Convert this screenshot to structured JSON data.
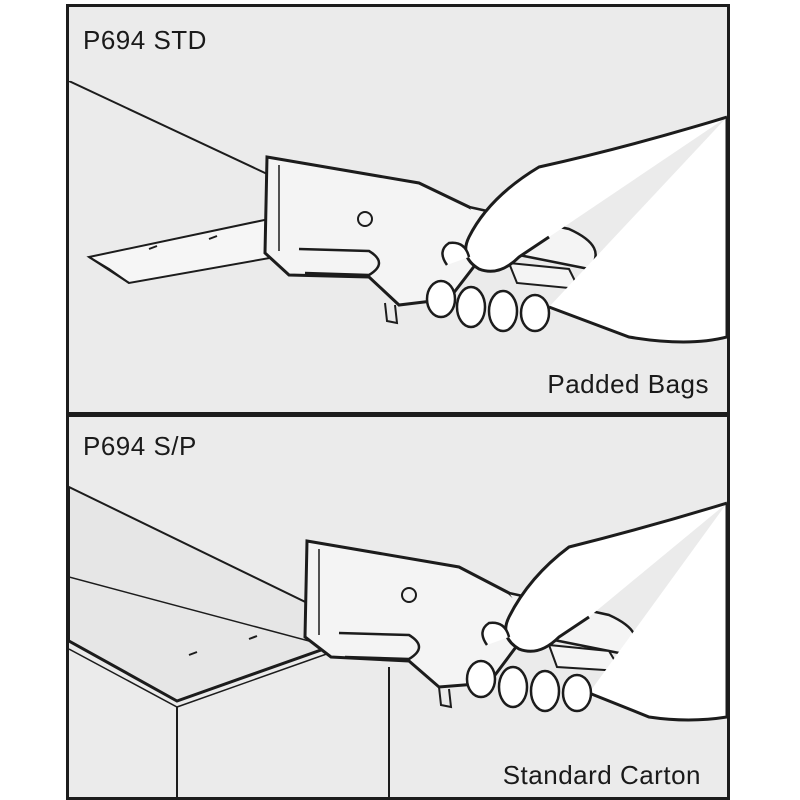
{
  "panels": [
    {
      "model_code": "P694 STD",
      "caption": "Padded Bags"
    },
    {
      "model_code": "P694 S/P",
      "caption": "Standard Carton"
    }
  ],
  "colors": {
    "background": "#ffffff",
    "panel_fill": "#ebebeb",
    "ink": "#1c1c1c",
    "highlight": "#ffffff"
  }
}
